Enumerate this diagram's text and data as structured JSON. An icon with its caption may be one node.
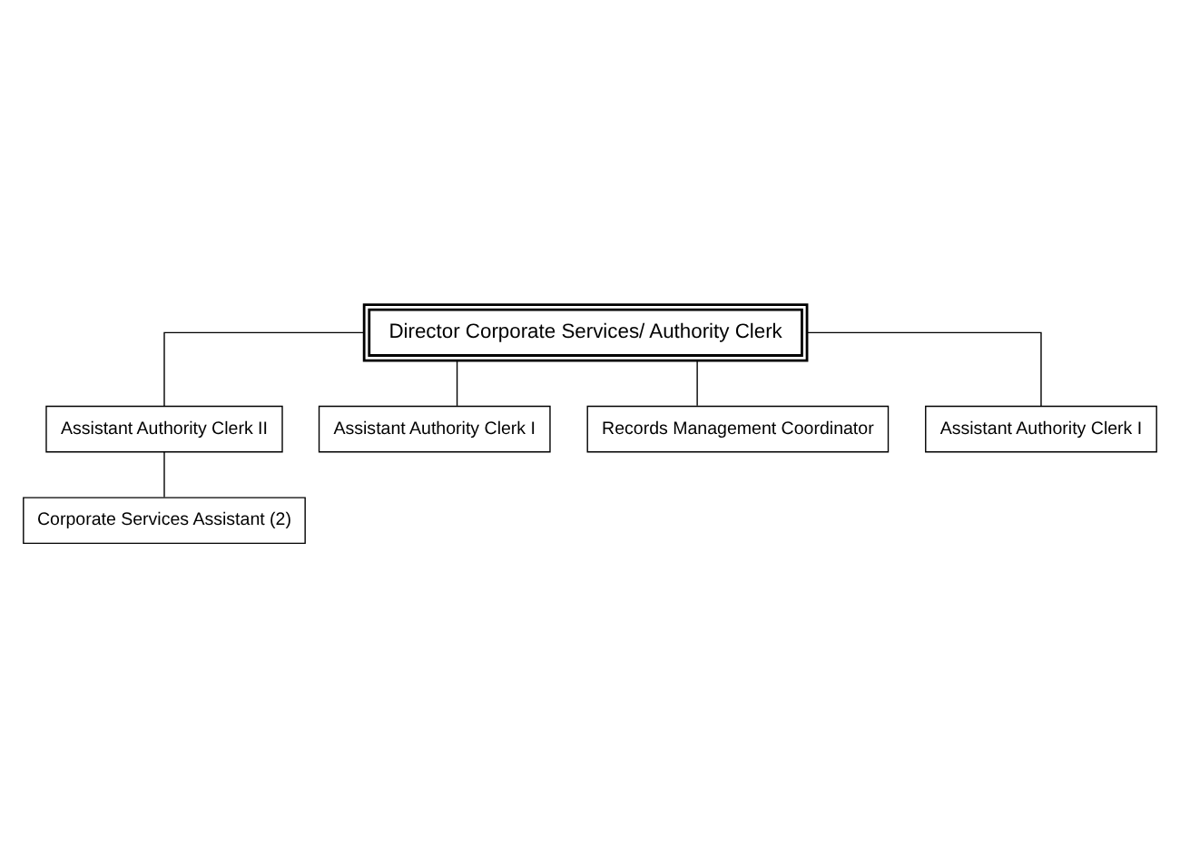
{
  "diagram": {
    "nodes": [
      {
        "text": [
          "Director Corporate Services/ Authority Clerk"
        ]
      },
      {
        "text": [
          "Assistant Authority Clerk II"
        ]
      },
      {
        "text": [
          "Assistant Authority Clerk I"
        ]
      },
      {
        "text": [
          "Corporate Services Assistant (2)"
        ]
      },
      {
        "text": [
          "Records Management Coordinator"
        ]
      },
      {
        "text": [
          "Assistant Authority Clerk I"
        ]
      }
    ],
    "edges": [
      {
        "from": 0,
        "to": 1,
        "arrow": "none"
      },
      {
        "from": 0,
        "to": 2,
        "arrow": "none"
      },
      {
        "from": 1,
        "to": 3,
        "arrow": "none"
      },
      {
        "from": 0,
        "to": 4,
        "arrow": "none"
      },
      {
        "from": 0,
        "to": 5,
        "arrow": "none"
      }
    ]
  }
}
